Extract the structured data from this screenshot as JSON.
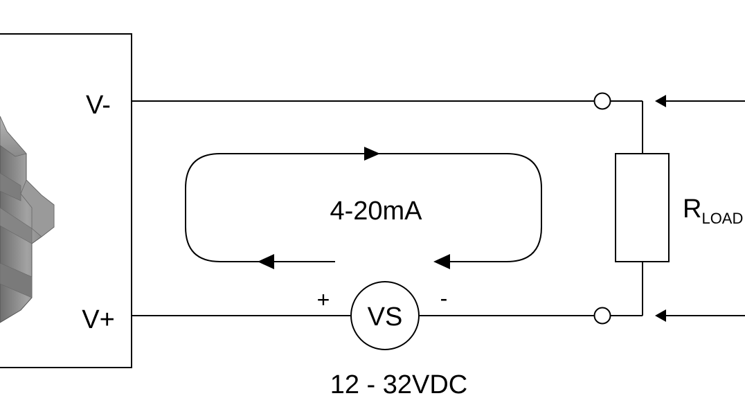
{
  "terminals": {
    "v_minus": "V-",
    "v_plus": "V+"
  },
  "loop": {
    "label": "4-20mA"
  },
  "source": {
    "label": "VS",
    "plus": "+",
    "minus": "-",
    "voltage": "12 - 32VDC"
  },
  "load": {
    "label_main": "R",
    "label_sub": "LOAD"
  },
  "colors": {
    "line": "#000000",
    "background": "#ffffff",
    "sensor_body": "#8c8c8c"
  }
}
